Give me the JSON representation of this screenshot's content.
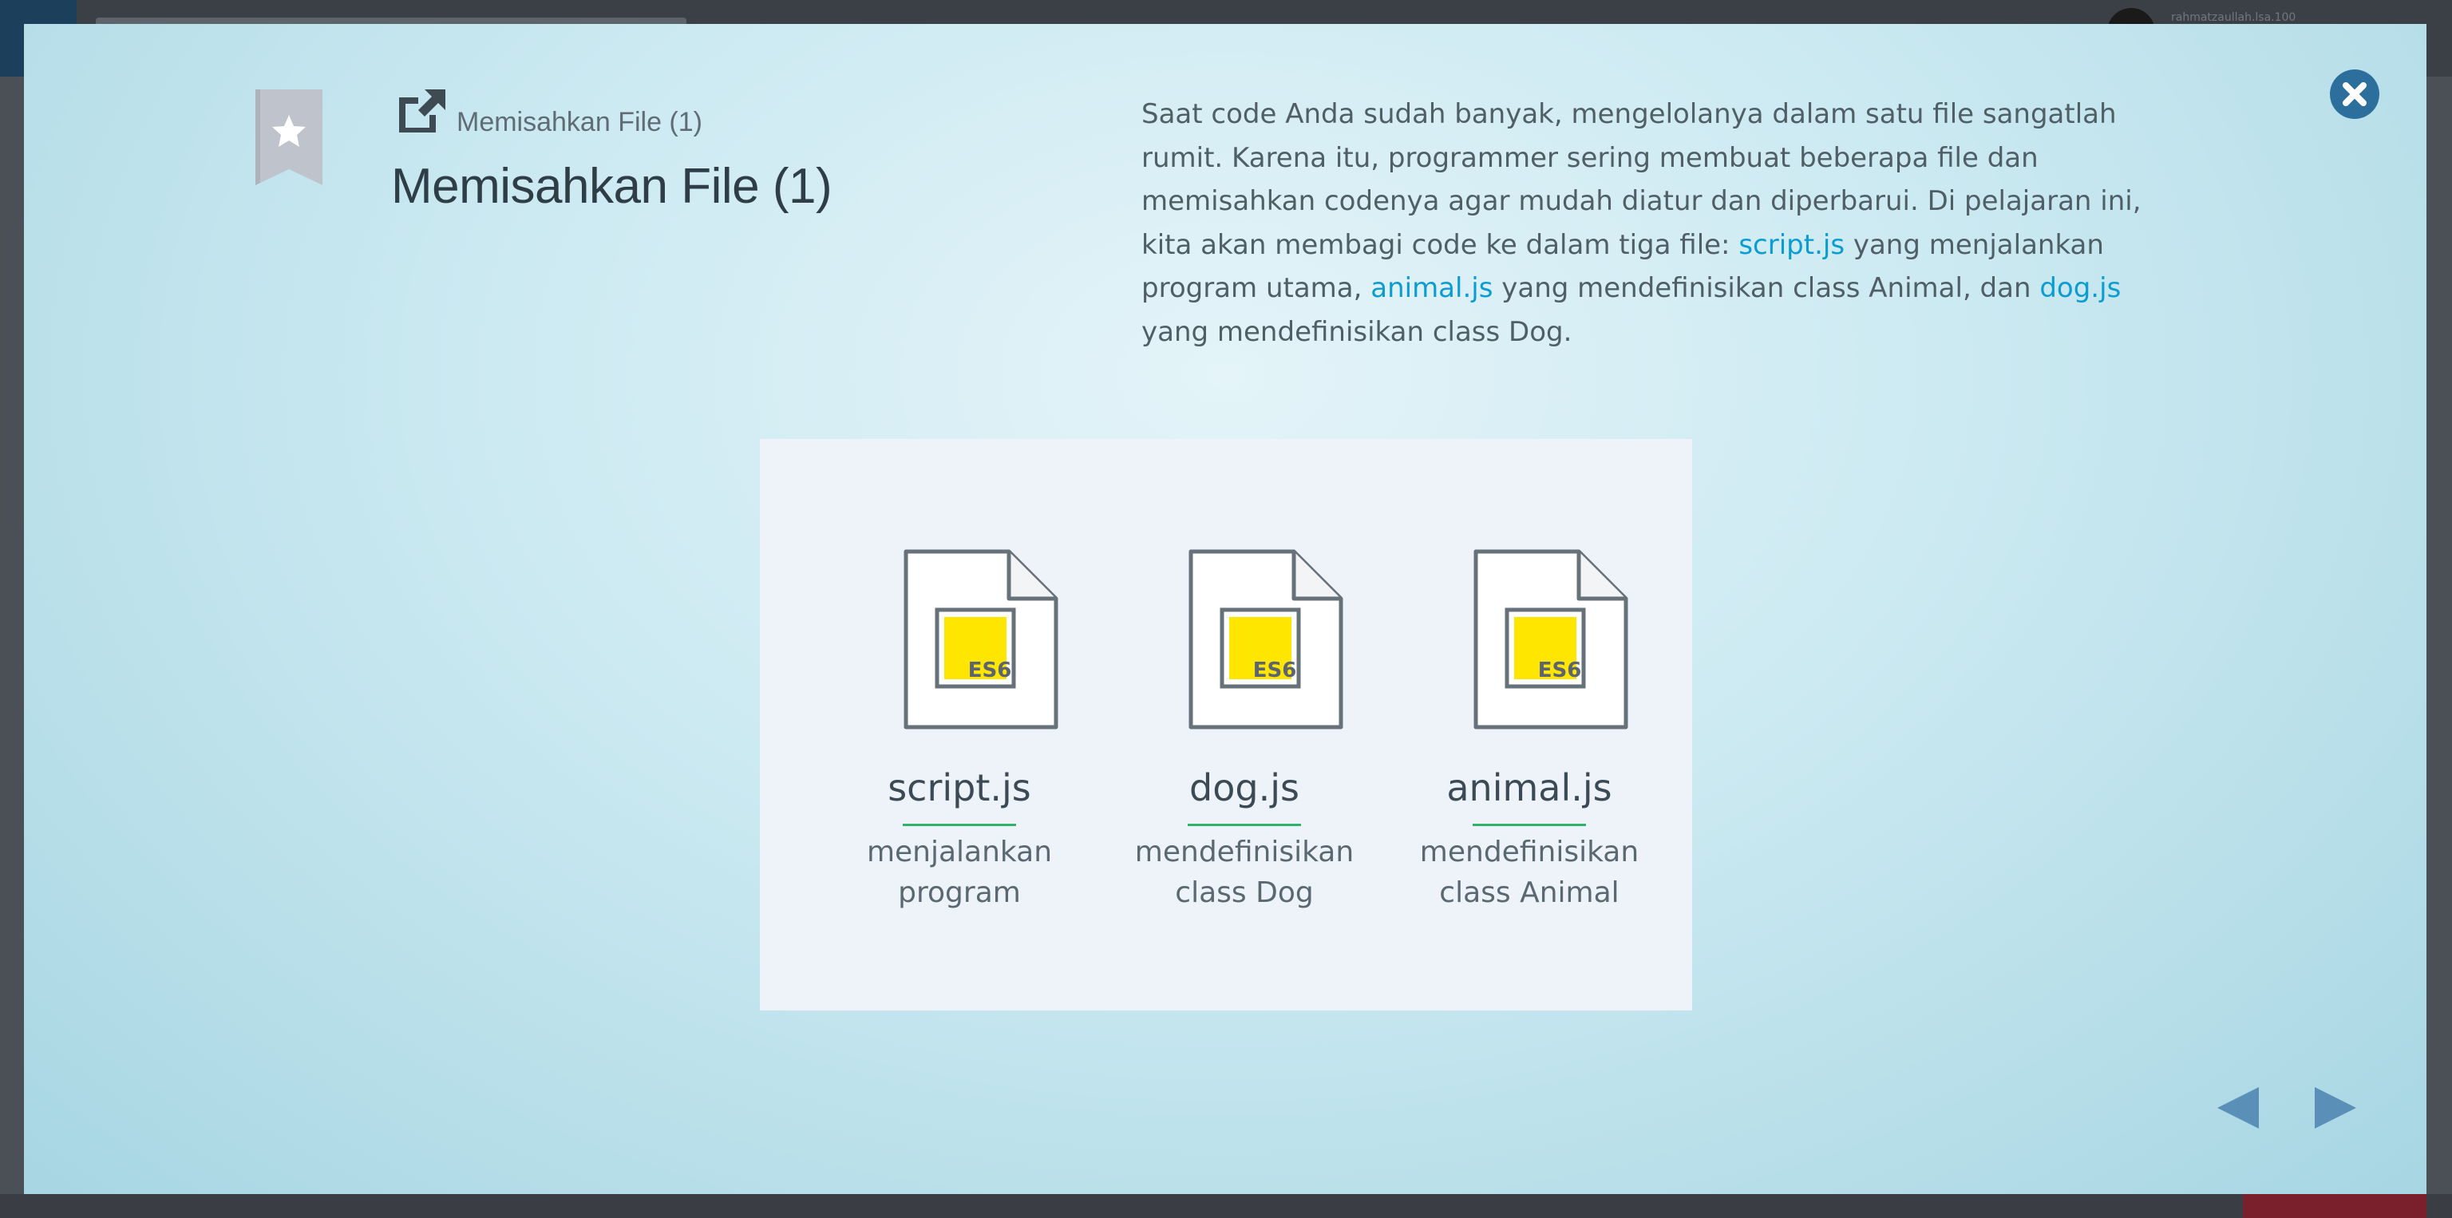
{
  "background": {
    "user_label": "rahmatzaullah.lsa.100"
  },
  "modal": {
    "breadcrumb": "Memisahkan File (1)",
    "title": "Memisahkan File (1)",
    "description": {
      "p1": "Saat code Anda sudah banyak, mengelolanya dalam satu file sangatlah rumit. Karena itu, programmer sering membuat beberapa file dan memisahkan codenya agar mudah diatur dan diperbarui. Di pelajaran ini, kita akan membagi code ke dalam tiga file: ",
      "link1": "script.js",
      "p2": " yang menjalankan program utama, ",
      "link2": "animal.js",
      "p3": " yang mendefinisikan class Animal, dan ",
      "link3": "dog.js",
      "p4": " yang mendefinisikan class Dog."
    },
    "files": [
      {
        "badge": "ES6",
        "name": "script.js",
        "desc": "menjalankan\nprogram"
      },
      {
        "badge": "ES6",
        "name": "dog.js",
        "desc": "mendefinisikan\nclass Dog"
      },
      {
        "badge": "ES6",
        "name": "animal.js",
        "desc": "mendefinisikan\nclass Animal"
      }
    ],
    "icons": {
      "bookmark": "star-bookmark-icon",
      "open": "external-link-icon",
      "close": "close-icon",
      "prev": "arrow-left-icon",
      "next": "arrow-right-icon"
    },
    "colors": {
      "link": "#0b9cd2",
      "underline": "#2fb36a",
      "es6": "#ffe600",
      "nav": "#5a8fb8"
    }
  }
}
